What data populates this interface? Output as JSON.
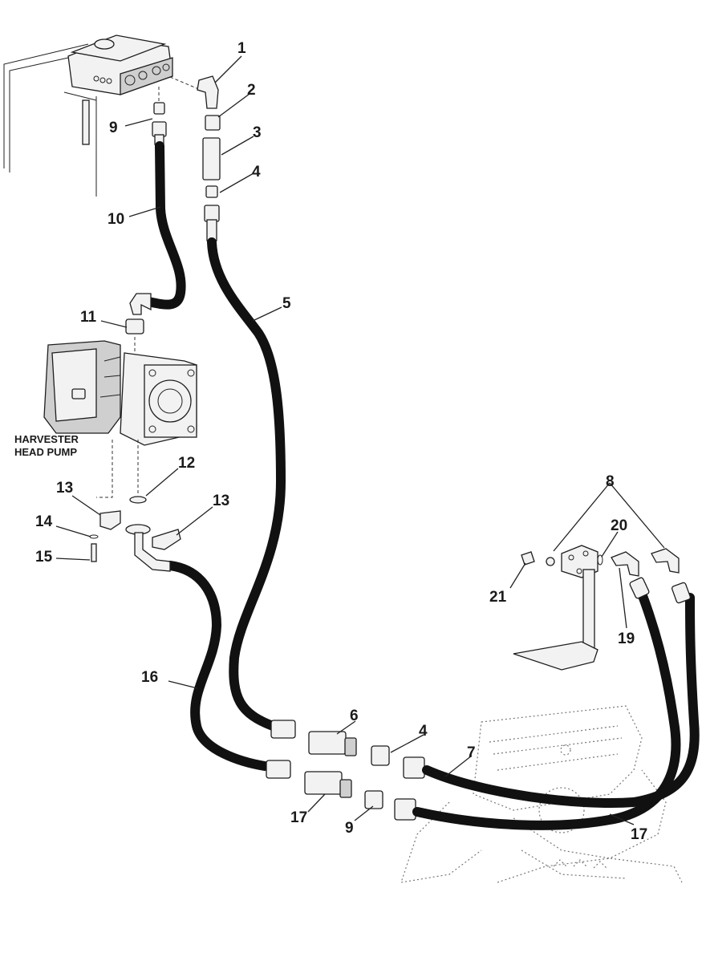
{
  "pump_label": {
    "line1": "HARVESTER",
    "line2": "HEAD PUMP"
  },
  "callouts": [
    {
      "id": "c1",
      "number": "1"
    },
    {
      "id": "c2",
      "number": "2"
    },
    {
      "id": "c3",
      "number": "3"
    },
    {
      "id": "c4a",
      "number": "4"
    },
    {
      "id": "c5",
      "number": "5"
    },
    {
      "id": "c9a",
      "number": "9"
    },
    {
      "id": "c10",
      "number": "10"
    },
    {
      "id": "c11",
      "number": "11"
    },
    {
      "id": "c12",
      "number": "12"
    },
    {
      "id": "c13a",
      "number": "13"
    },
    {
      "id": "c13b",
      "number": "13"
    },
    {
      "id": "c14",
      "number": "14"
    },
    {
      "id": "c15",
      "number": "15"
    },
    {
      "id": "c8",
      "number": "8"
    },
    {
      "id": "c20",
      "number": "20"
    },
    {
      "id": "c21",
      "number": "21"
    },
    {
      "id": "c19",
      "number": "19"
    },
    {
      "id": "c16",
      "number": "16"
    },
    {
      "id": "c6",
      "number": "6"
    },
    {
      "id": "c4b",
      "number": "4"
    },
    {
      "id": "c7",
      "number": "7"
    },
    {
      "id": "c17a",
      "number": "17"
    },
    {
      "id": "c9b",
      "number": "9"
    },
    {
      "id": "c17b",
      "number": "17"
    }
  ]
}
